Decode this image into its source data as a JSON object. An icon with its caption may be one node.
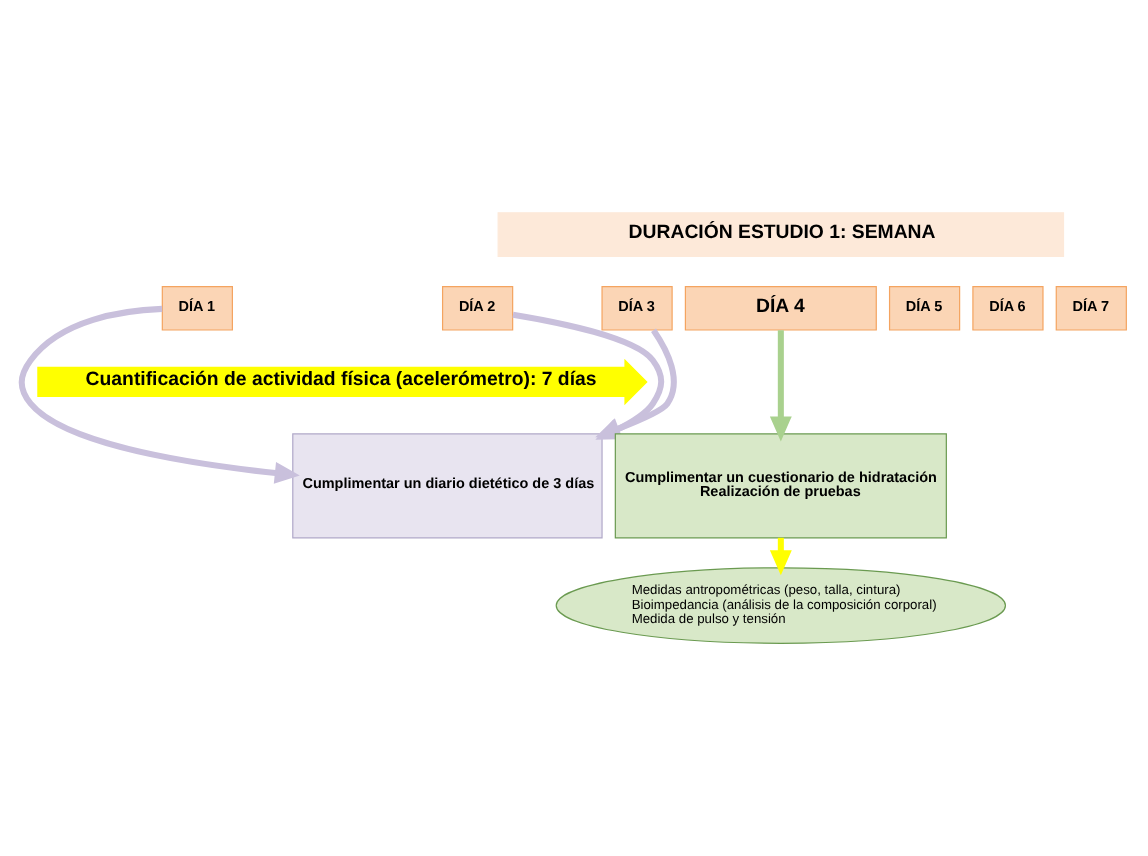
{
  "diagram": {
    "nodes": [
      {
        "text": [
          "DURACIÓN ESTUDIO 1: SEMANA"
        ]
      },
      {
        "text": [
          "DÍA 1"
        ]
      },
      {
        "text": [
          "DÍA 2"
        ]
      },
      {
        "text": [
          "DÍA 3"
        ]
      },
      {
        "text": [
          "DÍA 4"
        ]
      },
      {
        "text": [
          "DÍA 5"
        ]
      },
      {
        "text": [
          "DÍA 6"
        ]
      },
      {
        "text": [
          "DÍA 7"
        ]
      },
      {
        "text": [
          "Cuantificación de actividad física (acelerómetro): 7 días"
        ]
      },
      {
        "text": [
          "Cumplimentar un diario dietético de 3 días"
        ]
      },
      {
        "text": [
          "Cumplimentar un cuestionario de hidratación",
          "Realización de pruebas"
        ]
      },
      {
        "text": [
          "Medidas antropométricas (peso, talla, cintura)",
          "Bioimpedancia (análisis de la composición corporal)",
          "Medida de pulso y tensión"
        ]
      }
    ],
    "edges": [
      {
        "from": 1,
        "to": 9,
        "arrow": "to"
      },
      {
        "from": 2,
        "to": 9,
        "arrow": "to"
      },
      {
        "from": 3,
        "to": 9,
        "arrow": "to"
      },
      {
        "from": 4,
        "to": 10,
        "arrow": "to",
        "color": "#a9d18e"
      },
      {
        "from": 10,
        "to": 11,
        "arrow": "to",
        "color": "#ffff00"
      }
    ]
  }
}
